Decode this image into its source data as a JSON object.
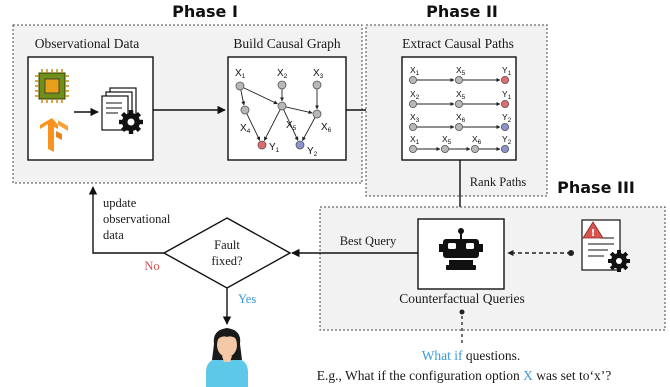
{
  "phases": {
    "phase1": "Phase I",
    "phase2": "Phase II",
    "phase3": "Phase III"
  },
  "labels": {
    "observational_data": "Observational Data",
    "build_causal_graph": "Build Causal Graph",
    "extract_causal_paths": "Extract Causal Paths",
    "rank_paths": "Rank Paths",
    "best_query": "Best Query",
    "counterfactual_queries": "Counterfactual Queries",
    "update_line1": "update",
    "update_line2": "observational",
    "update_line3": "data",
    "fault_line1": "Fault",
    "fault_line2": "fixed?",
    "no": "No",
    "yes": "Yes",
    "what_if_prefix": "What if",
    "what_if_suffix": " questions.",
    "example_prefix": "E.g., What if the configuration option ",
    "example_var": "X",
    "example_suffix": " was set to‘x’?"
  },
  "graph_nodes": [
    {
      "id": "x1",
      "name": "X",
      "sub": "1",
      "color": "#b8b8b8"
    },
    {
      "id": "x2",
      "name": "X",
      "sub": "2",
      "color": "#b8b8b8"
    },
    {
      "id": "x3",
      "name": "X",
      "sub": "3",
      "color": "#b8b8b8"
    },
    {
      "id": "x4",
      "name": "X",
      "sub": "4",
      "color": "#b8b8b8"
    },
    {
      "id": "x5",
      "name": "X",
      "sub": "5",
      "color": "#b8b8b8"
    },
    {
      "id": "x6",
      "name": "X",
      "sub": "6",
      "color": "#b8b8b8"
    },
    {
      "id": "y1",
      "name": "Y",
      "sub": "1",
      "color": "#e26b6b"
    },
    {
      "id": "y2",
      "name": "Y",
      "sub": "2",
      "color": "#8c93cf"
    }
  ],
  "causal_paths": [
    {
      "nodes": [
        {
          "name": "X",
          "sub": "1"
        },
        {
          "name": "X",
          "sub": "5"
        },
        {
          "name": "Y",
          "sub": "1"
        }
      ],
      "end_color": "#e26b6b"
    },
    {
      "nodes": [
        {
          "name": "X",
          "sub": "2"
        },
        {
          "name": "X",
          "sub": "5"
        },
        {
          "name": "Y",
          "sub": "1"
        }
      ],
      "end_color": "#e26b6b"
    },
    {
      "nodes": [
        {
          "name": "X",
          "sub": "3"
        },
        {
          "name": "X",
          "sub": "6"
        },
        {
          "name": "Y",
          "sub": "2"
        }
      ],
      "end_color": "#8c93cf"
    },
    {
      "nodes": [
        {
          "name": "X",
          "sub": "1"
        },
        {
          "name": "X",
          "sub": "5"
        },
        {
          "name": "X",
          "sub": "6"
        },
        {
          "name": "Y",
          "sub": "2"
        }
      ],
      "end_color": "#8c93cf"
    }
  ],
  "colors": {
    "accent_blue": "#3a9ad9",
    "no_red": "#d9534f",
    "phase_bg": "#f2f2f2"
  },
  "icons": [
    "cpu-chip-icon",
    "tensorflow-logo-icon",
    "documents-gear-icon",
    "robot-icon",
    "config-warning-doc-icon",
    "user-avatar-icon"
  ]
}
